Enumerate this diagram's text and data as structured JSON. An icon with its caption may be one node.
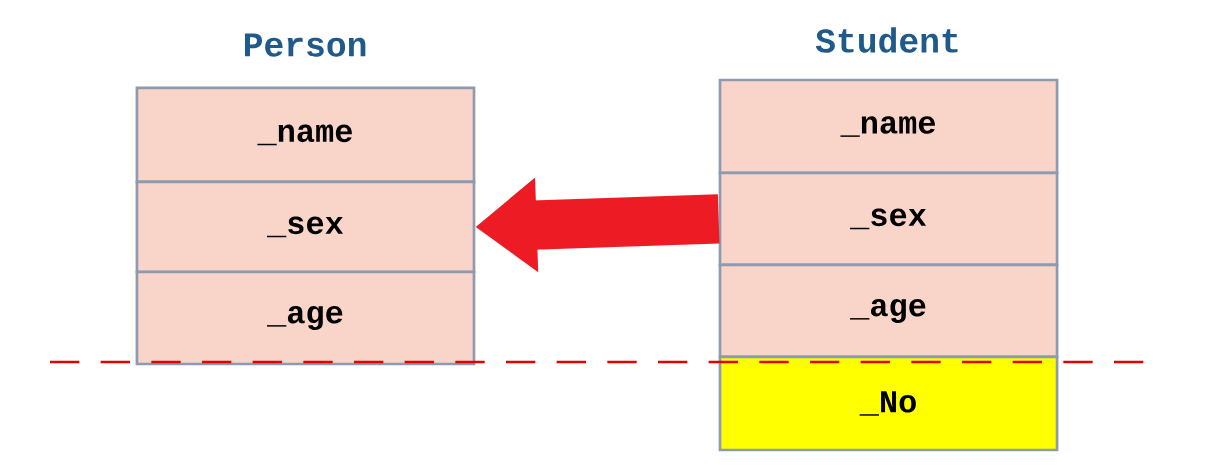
{
  "diagram": {
    "nodes": [
      {
        "text": [
          "_name"
        ]
      },
      {
        "text": [
          "_sex"
        ]
      },
      {
        "text": [
          "_age"
        ]
      },
      {
        "text": [
          "_name"
        ]
      },
      {
        "text": [
          "_sex"
        ]
      },
      {
        "text": [
          "_age"
        ]
      },
      {
        "text": [
          "_No"
        ]
      }
    ],
    "edges": [
      {
        "from": 4,
        "to": 1,
        "arrow": "to",
        "color": "#ed1c24"
      }
    ],
    "labels": [
      "Person",
      "Student"
    ]
  }
}
